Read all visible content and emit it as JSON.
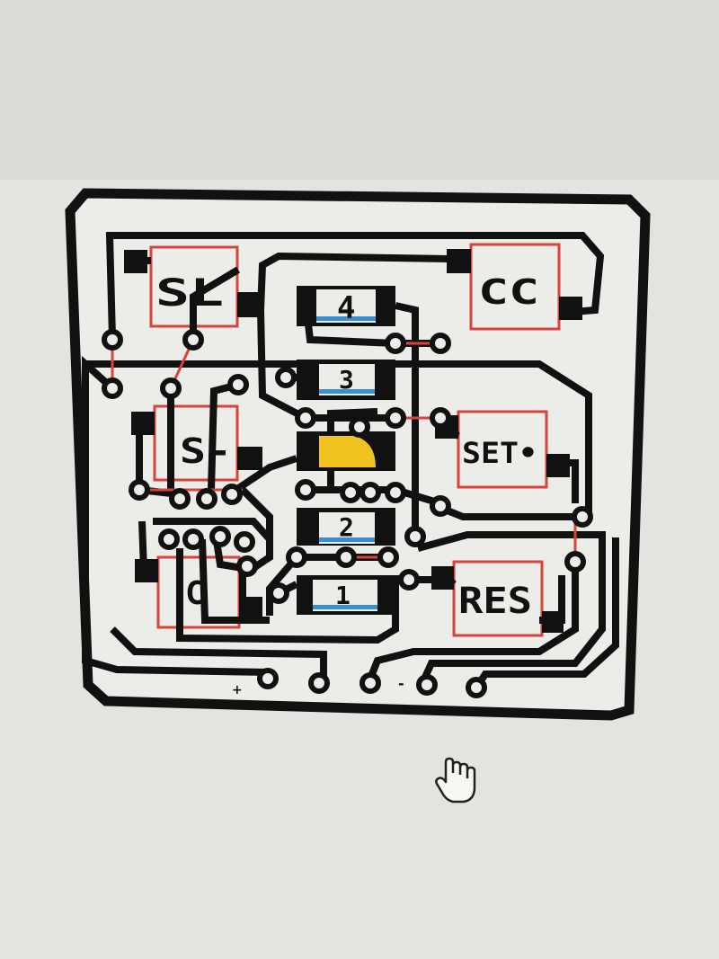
{
  "board": {
    "labels": {
      "sl": "SL",
      "cc": "CC",
      "s_minus": "S-",
      "set": "SET•",
      "c": "C",
      "res": "RES",
      "d4": "4",
      "d3": "3",
      "d2": "2",
      "d1": "1",
      "plus": "+",
      "minus": "-"
    },
    "colors": {
      "trace": "#111111",
      "outline": "#d8443c",
      "band": "#3a8fd0",
      "highlight": "#f2c21f",
      "background": "#ecece8"
    }
  },
  "cursor": {
    "icon": "hand-cursor-icon"
  }
}
